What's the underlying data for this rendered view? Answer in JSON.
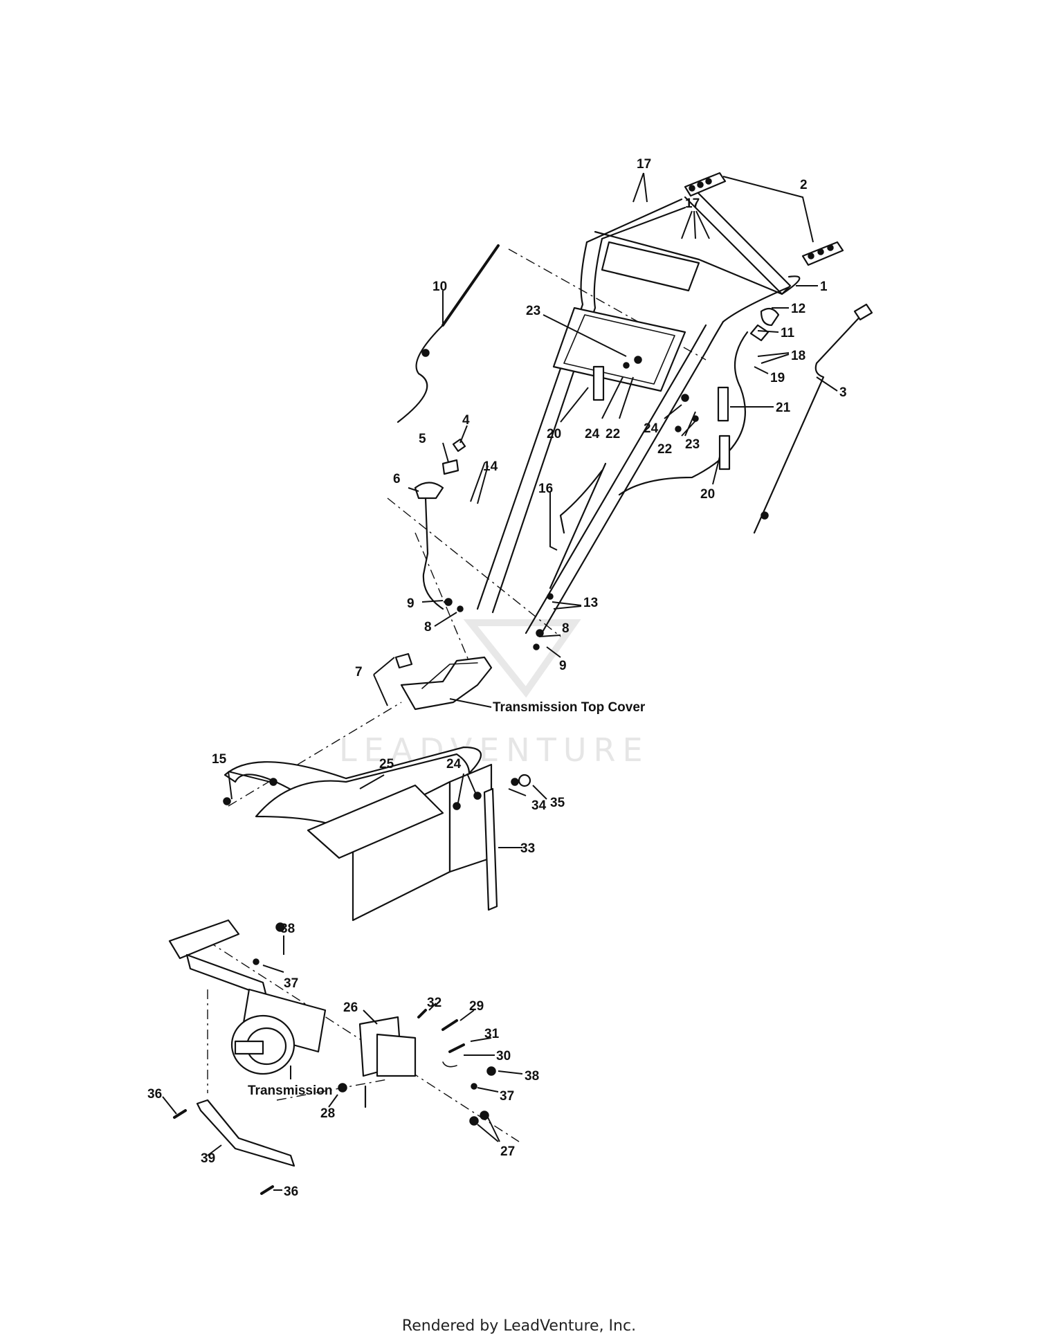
{
  "watermark": "LEADVENTURE",
  "footer": "Rendered by LeadVenture, Inc.",
  "labels": {
    "transmission_top_cover": "Transmission Top Cover",
    "transmission": "Transmission"
  },
  "callouts": {
    "c1": "1",
    "c2": "2",
    "c3": "3",
    "c4": "4",
    "c5": "5",
    "c6": "6",
    "c7": "7",
    "c8a": "8",
    "c8b": "8",
    "c9a": "9",
    "c9b": "9",
    "c10": "10",
    "c11": "11",
    "c12": "12",
    "c13": "13",
    "c14": "14",
    "c15": "15",
    "c16": "16",
    "c17a": "17",
    "c17b": "17",
    "c18": "18",
    "c19": "19",
    "c20a": "20",
    "c20b": "20",
    "c21": "21",
    "c22a": "22",
    "c22b": "22",
    "c23a": "23",
    "c23b": "23",
    "c24a": "24",
    "c24b": "24",
    "c24c": "24",
    "c25": "25",
    "c26": "26",
    "c27": "27",
    "c28": "28",
    "c29": "29",
    "c30": "30",
    "c31": "31",
    "c32": "32",
    "c33": "33",
    "c34": "34",
    "c35": "35",
    "c36a": "36",
    "c36b": "36",
    "c37a": "37",
    "c37b": "37",
    "c38a": "38",
    "c38b": "38",
    "c39": "39"
  }
}
